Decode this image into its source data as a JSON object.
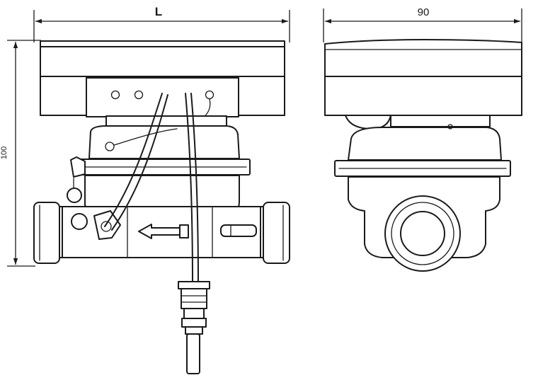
{
  "drawing": {
    "front_view": {
      "dimensions": {
        "width_label": "L",
        "height_label": "100"
      }
    },
    "side_view": {
      "dimensions": {
        "width_label": "90"
      }
    }
  }
}
